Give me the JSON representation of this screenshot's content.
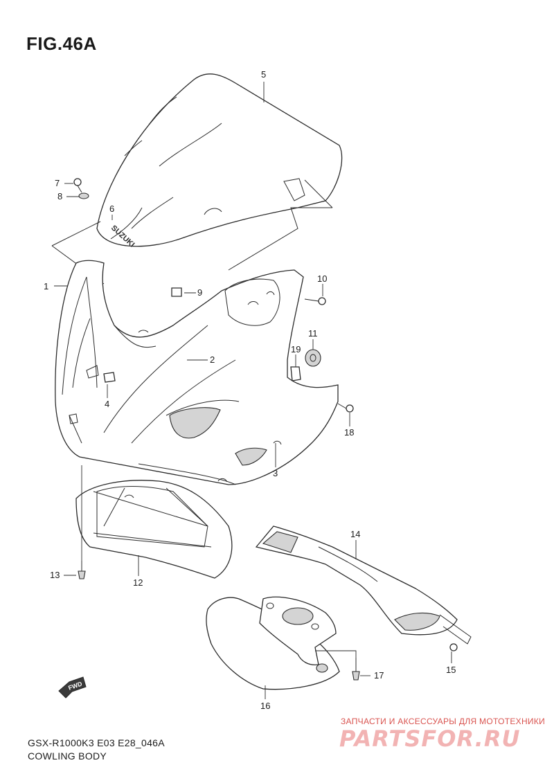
{
  "figure_title": "FIG.46A",
  "footer": {
    "model_code": "GSX-R1000K3 E03 E28_046A",
    "caption": "COWLING BODY"
  },
  "watermark": {
    "subtitle": "ЗАПЧАСТИ И АКСЕССУАРЫ ДЛЯ МОТОТЕХНИКИ",
    "brand": "PARTSFOR.RU"
  },
  "direction_arrow": {
    "label": "FWD",
    "icon": "fwd-arrow-icon"
  },
  "windscreen_logo": "SUZUKI",
  "callouts": [
    {
      "id": "1",
      "label": "1"
    },
    {
      "id": "2",
      "label": "2"
    },
    {
      "id": "3",
      "label": "3"
    },
    {
      "id": "4",
      "label": "4"
    },
    {
      "id": "5",
      "label": "5"
    },
    {
      "id": "6",
      "label": "6"
    },
    {
      "id": "7",
      "label": "7"
    },
    {
      "id": "8",
      "label": "8"
    },
    {
      "id": "9",
      "label": "9"
    },
    {
      "id": "10",
      "label": "10"
    },
    {
      "id": "11",
      "label": "11"
    },
    {
      "id": "12",
      "label": "12"
    },
    {
      "id": "13",
      "label": "13"
    },
    {
      "id": "14",
      "label": "14"
    },
    {
      "id": "15",
      "label": "15"
    },
    {
      "id": "16",
      "label": "16"
    },
    {
      "id": "17",
      "label": "17"
    },
    {
      "id": "18",
      "label": "18"
    },
    {
      "id": "19",
      "label": "19"
    }
  ],
  "colors": {
    "line": "#2a2a2a",
    "watermark_red": "#d9534f",
    "watermark_pink": "#f2b3b3"
  }
}
